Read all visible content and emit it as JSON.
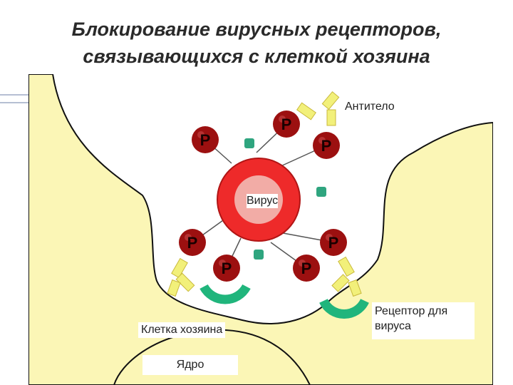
{
  "title": {
    "line1": "Блокирование вирусных рецепторов,",
    "line2": "связывающихся с клеткой хозяина"
  },
  "labels": {
    "antibody": "Антитело",
    "virus": "Вирус",
    "receptor_line1": "Рецептор для",
    "receptor_line2": "вируса",
    "host_cell": "Клетка хозяина",
    "nucleus": "Ядро"
  },
  "protein_letter": "P",
  "colors": {
    "host_cell": "#fbf6b6",
    "cell_outline": "#111111",
    "virus_ring": "#ee2a2a",
    "virus_core": "#f2aca6",
    "protein": "#9c1010",
    "antibody": "#f2f07a",
    "receptor": "#20b57c",
    "spike": "#2fa57f"
  }
}
